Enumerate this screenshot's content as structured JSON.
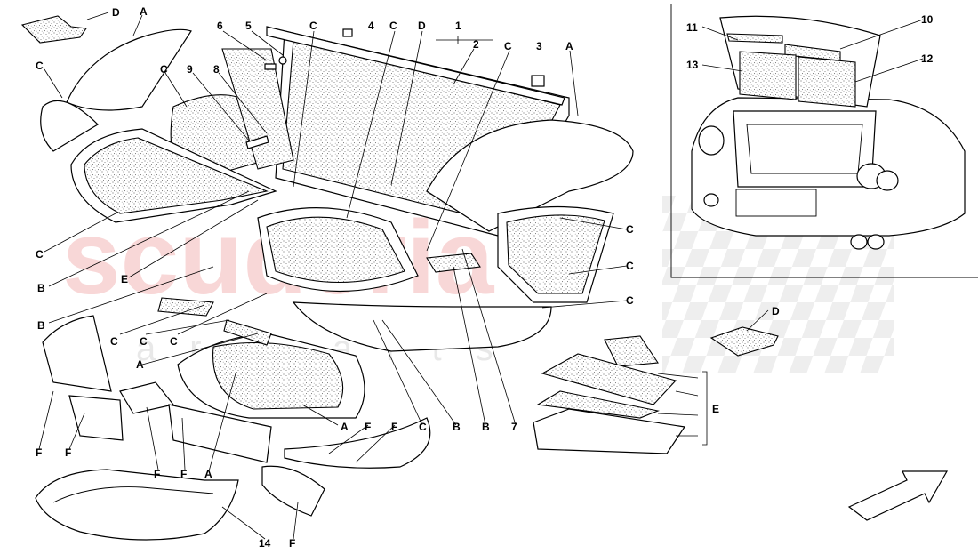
{
  "watermark": {
    "main": "scuderia",
    "sub": "car parts"
  },
  "labels": [
    {
      "id": "d1",
      "text": "D"
    },
    {
      "id": "a1",
      "text": "A"
    },
    {
      "id": "c1",
      "text": "C"
    },
    {
      "id": "c2",
      "text": "C"
    },
    {
      "id": "n9",
      "text": "9"
    },
    {
      "id": "n8",
      "text": "8"
    },
    {
      "id": "n6",
      "text": "6"
    },
    {
      "id": "n5",
      "text": "5"
    },
    {
      "id": "c3",
      "text": "C"
    },
    {
      "id": "n4",
      "text": "4"
    },
    {
      "id": "c4",
      "text": "C"
    },
    {
      "id": "d2",
      "text": "D"
    },
    {
      "id": "n1",
      "text": "1"
    },
    {
      "id": "n2",
      "text": "2"
    },
    {
      "id": "c5",
      "text": "C"
    },
    {
      "id": "n3",
      "text": "3"
    },
    {
      "id": "a2",
      "text": "A"
    },
    {
      "id": "c6",
      "text": "C"
    },
    {
      "id": "b1",
      "text": "B"
    },
    {
      "id": "e1",
      "text": "E"
    },
    {
      "id": "b2",
      "text": "B"
    },
    {
      "id": "c7",
      "text": "C"
    },
    {
      "id": "c8",
      "text": "C"
    },
    {
      "id": "c9",
      "text": "C"
    },
    {
      "id": "a3",
      "text": "A"
    },
    {
      "id": "c10",
      "text": "C"
    },
    {
      "id": "c11",
      "text": "C"
    },
    {
      "id": "c12",
      "text": "C"
    },
    {
      "id": "f1",
      "text": "F"
    },
    {
      "id": "f2",
      "text": "F"
    },
    {
      "id": "f3",
      "text": "F"
    },
    {
      "id": "f4",
      "text": "F"
    },
    {
      "id": "a4",
      "text": "A"
    },
    {
      "id": "a5",
      "text": "A"
    },
    {
      "id": "f5",
      "text": "F"
    },
    {
      "id": "f6",
      "text": "F"
    },
    {
      "id": "c13",
      "text": "C"
    },
    {
      "id": "b3",
      "text": "B"
    },
    {
      "id": "b4",
      "text": "B"
    },
    {
      "id": "n7",
      "text": "7"
    },
    {
      "id": "n14",
      "text": "14"
    },
    {
      "id": "f7",
      "text": "F"
    },
    {
      "id": "d3",
      "text": "D"
    },
    {
      "id": "e2",
      "text": "E"
    },
    {
      "id": "n10",
      "text": "10"
    },
    {
      "id": "n11",
      "text": "11"
    },
    {
      "id": "n12",
      "text": "12"
    },
    {
      "id": "n13",
      "text": "13"
    }
  ]
}
